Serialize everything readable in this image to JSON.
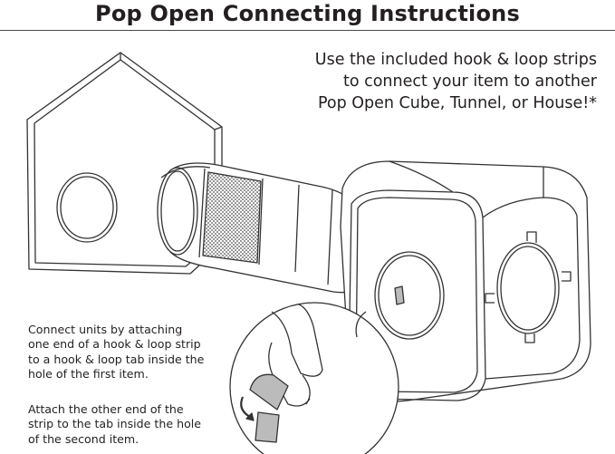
{
  "title": "Pop Open Connecting Instructions",
  "intro_lines": [
    "Use the included hook & loop strips",
    "to connect your item to another",
    "Pop Open Cube, Tunnel, or House!*"
  ],
  "caption1_lines": [
    "Connect units by attaching",
    "one end of a hook & loop strip",
    "to a hook & loop tab inside the",
    "hole of the first item."
  ],
  "caption2_lines": [
    "Attach the other end of the",
    "strip to the tab inside the hole",
    "of the second item."
  ],
  "colors": {
    "line": "#333333",
    "text": "#231f20",
    "background": "#ffffff"
  }
}
